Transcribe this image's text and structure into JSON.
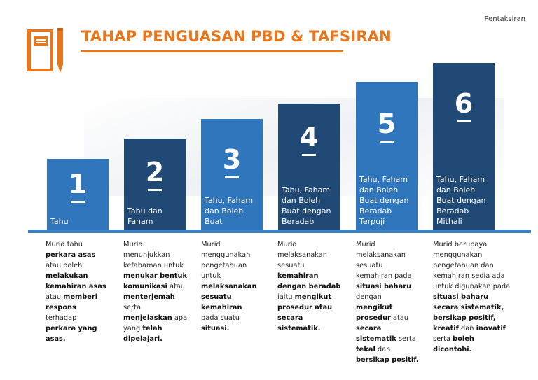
{
  "header": {
    "title": "TAHAP PENGUASAN PBD & TAFSIRAN",
    "corner_label": "Pentaksiran"
  },
  "colors": {
    "accent_orange": "#e8761c",
    "bar_light_blue": "#2f76bd",
    "bar_dark_blue": "#204a75",
    "baseline_blue": "#3e7fc1"
  },
  "icons": {
    "header_icon": "notebook-pencil-icon"
  },
  "levels": [
    {
      "number": "1",
      "label": "Tahu",
      "desc": [
        {
          "t": "Murid tahu ",
          "b": false
        },
        {
          "t": "perkara asas",
          "b": true
        },
        {
          "t": " atau boleh ",
          "b": false
        },
        {
          "t": "melakukan kemahiran asas",
          "b": true
        },
        {
          "t": " atau ",
          "b": false
        },
        {
          "t": "memberi respons",
          "b": true
        },
        {
          "t": " terhadap ",
          "b": false
        },
        {
          "t": "perkara yang asas.",
          "b": true
        }
      ]
    },
    {
      "number": "2",
      "label": "Tahu dan Faham",
      "desc": [
        {
          "t": "Murid menunjukkan kefahaman untuk ",
          "b": false
        },
        {
          "t": "menukar bentuk komunikasi",
          "b": true
        },
        {
          "t": " atau ",
          "b": false
        },
        {
          "t": "menterjemah",
          "b": true
        },
        {
          "t": " serta ",
          "b": false
        },
        {
          "t": "menjelaskan",
          "b": true
        },
        {
          "t": " apa yang ",
          "b": false
        },
        {
          "t": "telah dipelajari.",
          "b": true
        }
      ]
    },
    {
      "number": "3",
      "label": "Tahu, Faham dan Boleh Buat",
      "desc": [
        {
          "t": "Murid menggunakan pengetahuan untuk ",
          "b": false
        },
        {
          "t": "melaksanakan sesuatu kemahiran",
          "b": true
        },
        {
          "t": " pada suatu ",
          "b": false
        },
        {
          "t": "situasi.",
          "b": true
        }
      ]
    },
    {
      "number": "4",
      "label": "Tahu, Faham dan Boleh Buat dengan Beradab",
      "desc": [
        {
          "t": "Murid melaksanakan sesuatu ",
          "b": false
        },
        {
          "t": "kemahiran dengan beradab",
          "b": true
        },
        {
          "t": " iaitu ",
          "b": false
        },
        {
          "t": "mengikut prosedur atau secara sistematik.",
          "b": true
        }
      ]
    },
    {
      "number": "5",
      "label": "Tahu, Faham dan Boleh Buat dengan Beradab Terpuji",
      "desc": [
        {
          "t": "Murid melaksanakan sesuatu kemahiran pada ",
          "b": false
        },
        {
          "t": "situasi baharu",
          "b": true
        },
        {
          "t": " dengan ",
          "b": false
        },
        {
          "t": "mengikut prosedur",
          "b": true
        },
        {
          "t": " atau ",
          "b": false
        },
        {
          "t": "secara sistematik",
          "b": true
        },
        {
          "t": " serta ",
          "b": false
        },
        {
          "t": "tekal",
          "b": true
        },
        {
          "t": " dan ",
          "b": false
        },
        {
          "t": "bersikap positif.",
          "b": true
        }
      ]
    },
    {
      "number": "6",
      "label": "Tahu, Faham dan Boleh Buat dengan Beradab Mithali",
      "desc": [
        {
          "t": "Murid berupaya menggunakan pengetahuan dan kemahiran sedia ada untuk digunakan pada ",
          "b": false
        },
        {
          "t": "situasi baharu secara sistematik, bersikap positif, kreatif",
          "b": true
        },
        {
          "t": " dan ",
          "b": false
        },
        {
          "t": "inovatif",
          "b": true
        },
        {
          "t": " serta ",
          "b": false
        },
        {
          "t": "boleh dicontohi.",
          "b": true
        }
      ]
    }
  ]
}
